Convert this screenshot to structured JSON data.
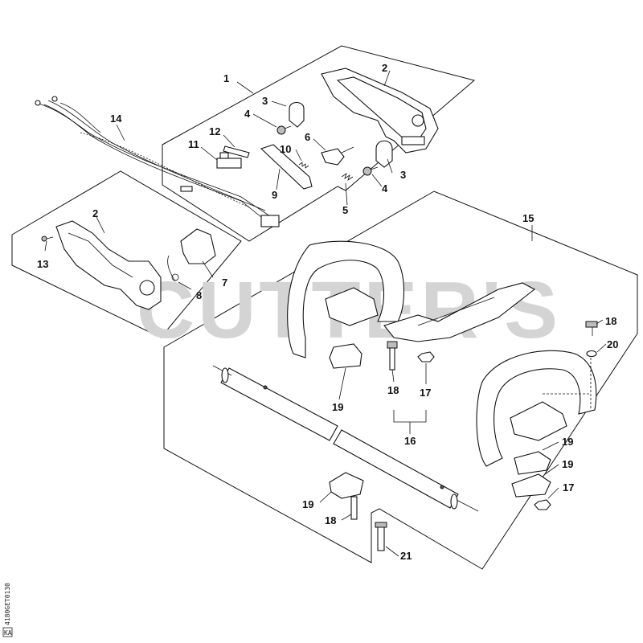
{
  "watermark": "CUTTER'S",
  "drawing_code": "4180GET0130",
  "corner_mark": "KA",
  "callouts": {
    "c1": "1",
    "c2a": "2",
    "c2b": "2",
    "c3a": "3",
    "c3b": "3",
    "c4a": "4",
    "c4b": "4",
    "c5": "5",
    "c6": "6",
    "c7": "7",
    "c8": "8",
    "c9": "9",
    "c10": "10",
    "c11": "11",
    "c12": "12",
    "c13": "13",
    "c14": "14",
    "c15": "15",
    "c16": "16",
    "c17a": "17",
    "c17b": "17",
    "c18a": "18",
    "c18b": "18",
    "c18c": "18",
    "c19a": "19",
    "c19b": "19",
    "c19c": "19",
    "c19d": "19",
    "c20": "20",
    "c21": "21"
  }
}
